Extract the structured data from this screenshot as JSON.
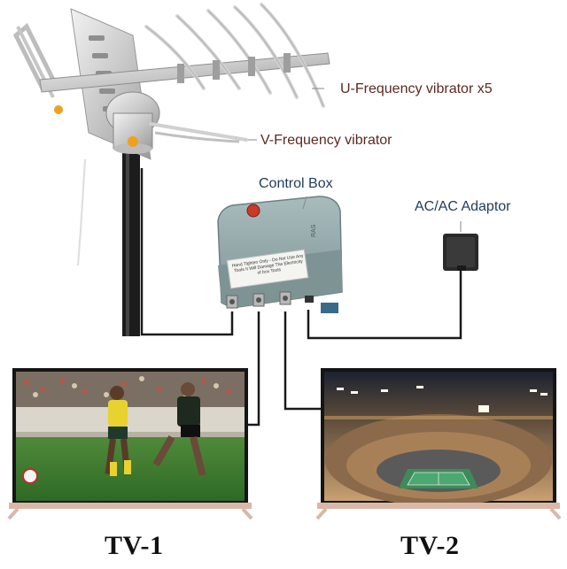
{
  "labels": {
    "u_frequency": "U-Frequency vibrator  x5",
    "v_frequency": "V-Frequency vibrator",
    "control_box": "Control Box",
    "adaptor": "AC/AC Adaptor"
  },
  "tvs": [
    {
      "name": "TV-1",
      "screen": "soccer match"
    },
    {
      "name": "TV-2",
      "screen": "tennis stadium at night"
    }
  ],
  "control_box_sticker": "Hand Tighten Only - Do Not Use Any Tools It Will Damage The Electricity of box Tools",
  "colors": {
    "label_text": "#5a2a20",
    "box_body": "#8fa3a4",
    "cable": "#1a1a1a",
    "tv_frame": "#d9b8a8"
  }
}
